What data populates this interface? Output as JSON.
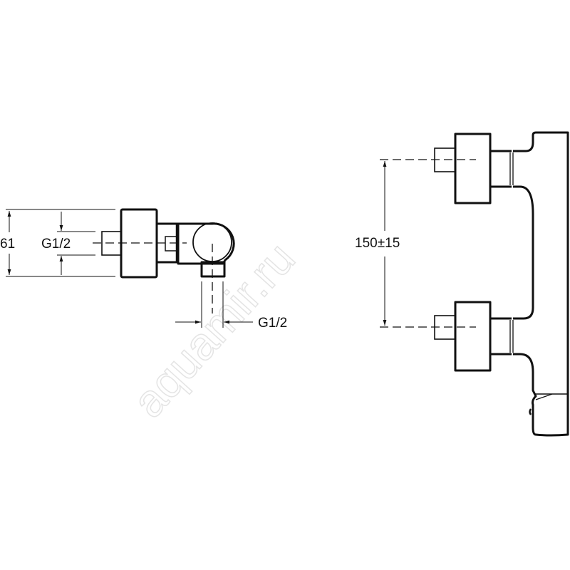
{
  "labels": {
    "overall_depth": "61",
    "inlet_thread": "G1/2",
    "outlet_thread": "G1/2",
    "inlet_spacing": "150±15"
  },
  "watermark": "aquamir.ru"
}
